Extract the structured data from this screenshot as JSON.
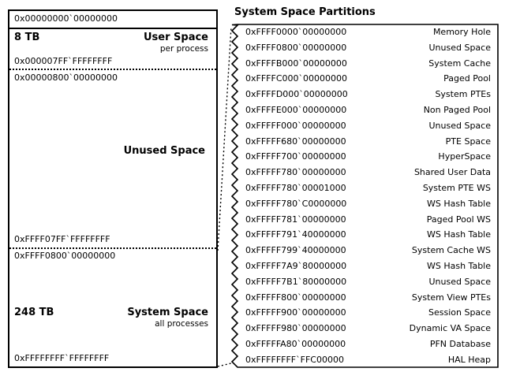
{
  "left_map": {
    "top_address": "0x00000000`00000000",
    "bottom_address": "0xFFFFFFFF`FFFFFFFF",
    "sections": [
      {
        "size": "8 TB",
        "name": "User Space",
        "subtitle": "per process",
        "end_address": "0x000007FF`FFFFFFFF"
      },
      {
        "start_address": "0x00000800`00000000",
        "name": "Unused Space",
        "end_address": "0xFFFF07FF`FFFFFFFF"
      },
      {
        "start_address": "0xFFFF0800`00000000",
        "size": "248 TB",
        "name": "System Space",
        "subtitle": "all processes"
      }
    ]
  },
  "right_panel": {
    "title": "System Space Partitions",
    "partitions": [
      {
        "address": "0xFFFF0000`00000000",
        "name": "Memory Hole"
      },
      {
        "address": "0xFFFF0800`00000000",
        "name": "Unused Space"
      },
      {
        "address": "0xFFFFB000`00000000",
        "name": "System Cache"
      },
      {
        "address": "0xFFFFC000`00000000",
        "name": "Paged Pool"
      },
      {
        "address": "0xFFFFD000`00000000",
        "name": "System PTEs"
      },
      {
        "address": "0xFFFFE000`00000000",
        "name": "Non Paged Pool"
      },
      {
        "address": "0xFFFFF000`00000000",
        "name": "Unused Space"
      },
      {
        "address": "0xFFFFF680`00000000",
        "name": "PTE Space"
      },
      {
        "address": "0xFFFFF700`00000000",
        "name": "HyperSpace"
      },
      {
        "address": "0xFFFFF780`00000000",
        "name": "Shared User Data"
      },
      {
        "address": "0xFFFFF780`00001000",
        "name": "System PTE WS"
      },
      {
        "address": "0xFFFFF780`C0000000",
        "name": "WS Hash Table"
      },
      {
        "address": "0xFFFFF781`00000000",
        "name": "Paged Pool WS"
      },
      {
        "address": "0xFFFFF791`40000000",
        "name": "WS Hash Table"
      },
      {
        "address": "0xFFFFF799`40000000",
        "name": "System Cache WS"
      },
      {
        "address": "0xFFFFF7A9`80000000",
        "name": "WS Hash Table"
      },
      {
        "address": "0xFFFFF7B1`80000000",
        "name": "Unused Space"
      },
      {
        "address": "0xFFFFF800`00000000",
        "name": "System View PTEs"
      },
      {
        "address": "0xFFFFF900`00000000",
        "name": "Session Space"
      },
      {
        "address": "0xFFFFF980`00000000",
        "name": "Dynamic VA Space"
      },
      {
        "address": "0xFFFFFA80`00000000",
        "name": "PFN Database"
      },
      {
        "address": "0xFFFFFFFF`FFC00000",
        "name": "HAL Heap"
      }
    ]
  },
  "colors": {
    "ink": "#000000",
    "background": "#ffffff"
  }
}
